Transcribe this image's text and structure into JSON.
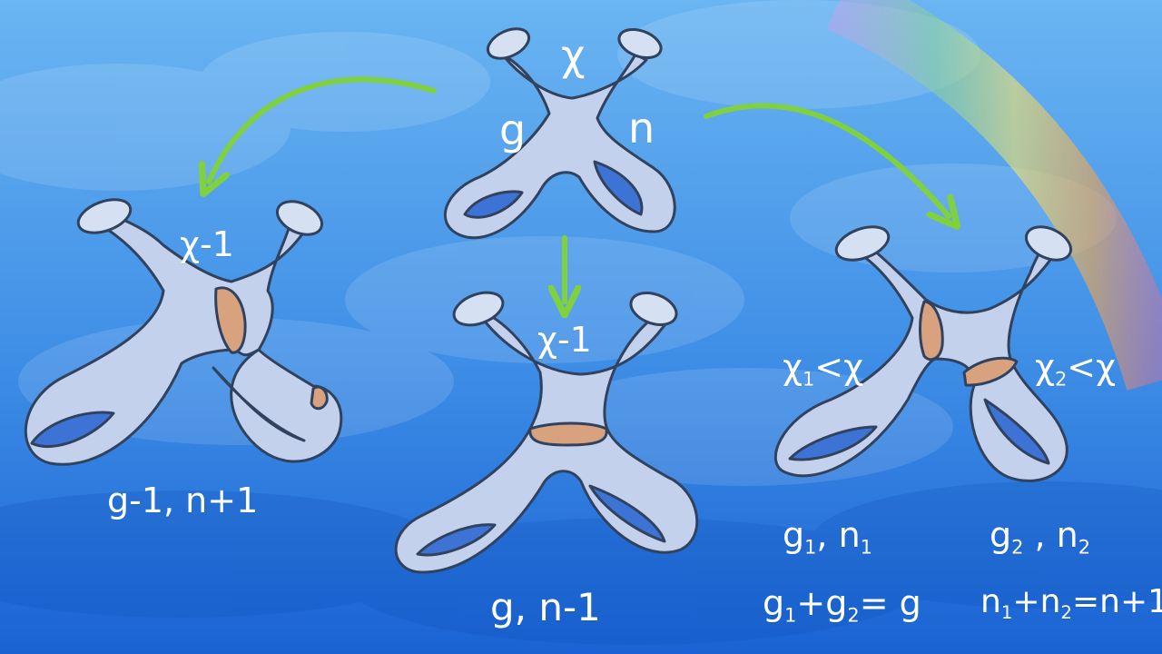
{
  "colors": {
    "sky_top": "#69b6f2",
    "sky_bottom": "#1b66d6",
    "surface_fill": "#c4d1ec",
    "surface_stroke": "#31425f",
    "cut_band": "#d9a27f",
    "arrow": "#7fd13f",
    "label": "#ffffff"
  },
  "top": {
    "chi": "χ",
    "g": "g",
    "n": "n"
  },
  "left": {
    "chi": "χ-1",
    "gn": "g-1, n+1"
  },
  "middle": {
    "chi": "χ-1",
    "gn": "g, n-1"
  },
  "right": {
    "chi1": "χ",
    "chi1_sub": "1",
    "chi1_rel": "<χ",
    "chi2": "χ",
    "chi2_sub": "2",
    "chi2_rel": "<χ",
    "gn1_g": "g",
    "gn1_gsub": "1",
    "gn1_sep": ", n",
    "gn1_nsub": "1",
    "gn2_g": "g",
    "gn2_gsub": "2",
    "gn2_sep": " , n",
    "gn2_nsub": "2",
    "geq_a": "g",
    "geq_asub": "1",
    "geq_b": "+g",
    "geq_bsub": "2",
    "geq_c": "= g",
    "neq_a": "n",
    "neq_asub": "1",
    "neq_b": "+n",
    "neq_bsub": "2",
    "neq_c": "=n+1"
  }
}
